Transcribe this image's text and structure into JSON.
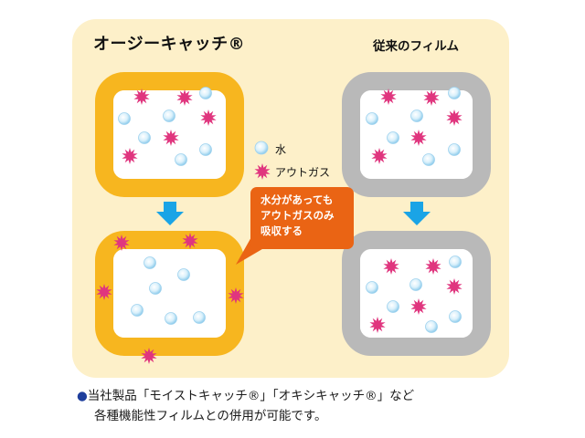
{
  "titles": {
    "left": "オージーキャッチ®",
    "right": "従来のフィルム"
  },
  "legend": {
    "water": "水",
    "outgas": "アウトガス"
  },
  "callout": {
    "line1": "水分があっても",
    "line2": "アウトガスのみ",
    "line3": "吸収する"
  },
  "note": {
    "bullet": "●",
    "line1": "当社製品「モイストキャッチ®」「オキシキャッチ®」など",
    "line2": "各種機能性フィルムとの併用が可能です。"
  },
  "colors": {
    "panel": "#fdf0c9",
    "frame_orange": "#f7b61f",
    "frame_gray": "#b9b9b9",
    "arrow_blue": "#1aa4e6",
    "callout": "#ea6414",
    "outgas_pink": "#e0357e",
    "water_blue": "#bfe3f6"
  },
  "icons": {
    "water": "water-droplet-icon",
    "outgas": "outgas-molecule-icon",
    "arrow": "down-arrow-icon"
  }
}
